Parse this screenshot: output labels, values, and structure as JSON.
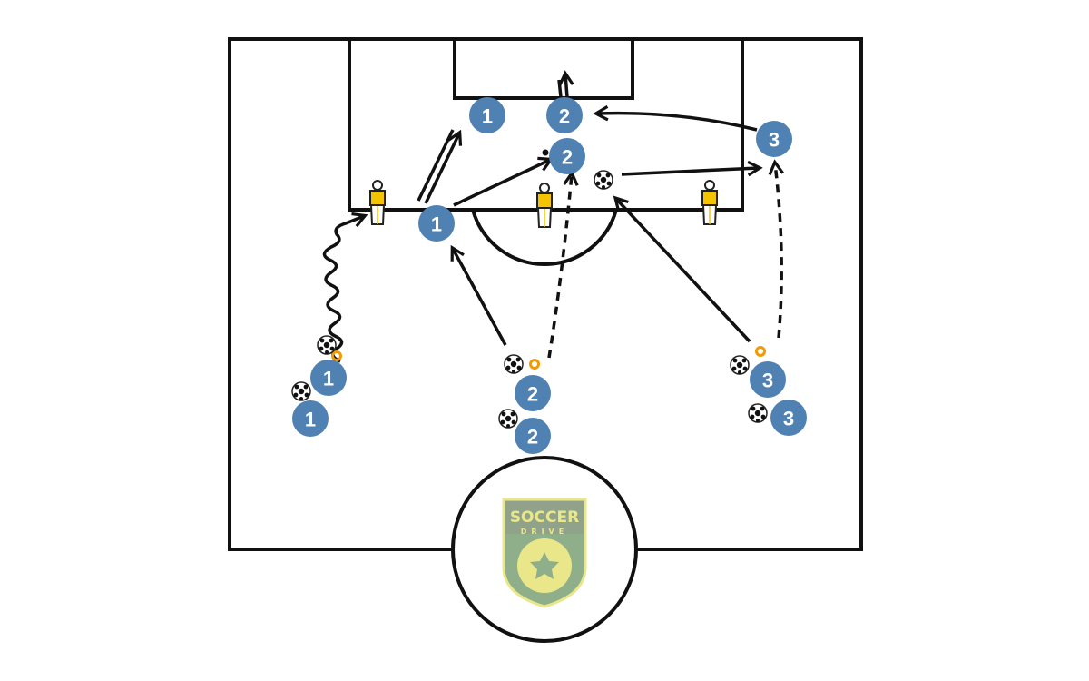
{
  "diagram": {
    "title": "",
    "colors": {
      "player": "#4f81b3",
      "mannequin": "#f5c400",
      "cone": "#f29a00",
      "logo_bg": "#8fae8a",
      "logo_fg": "#e9e78a"
    },
    "players": [
      "1",
      "2",
      "2",
      "3",
      "1",
      "1",
      "1",
      "2",
      "2",
      "3",
      "3"
    ],
    "logo": {
      "line1": "SOCCER",
      "line2": "DRIVE"
    }
  }
}
